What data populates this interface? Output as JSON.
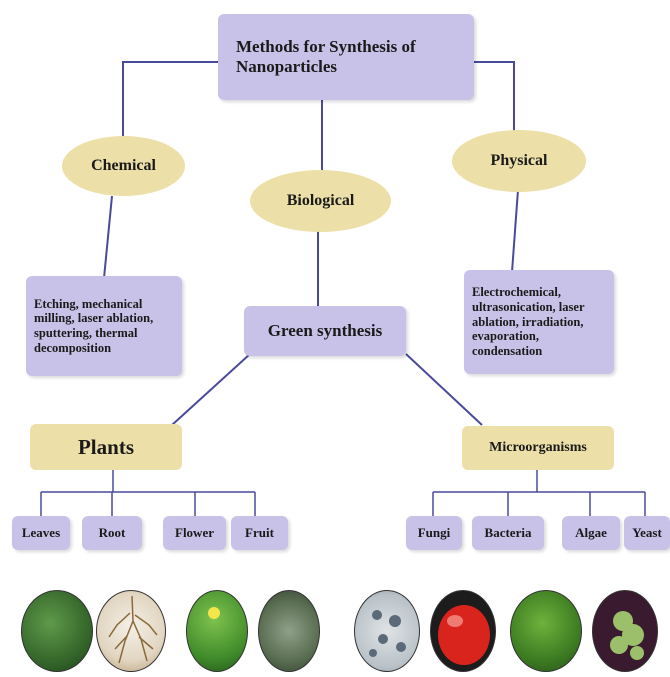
{
  "root": {
    "label": "Methods for Synthesis of Nanoparticles"
  },
  "methods": {
    "chemical": {
      "label": "Chemical",
      "details": "Etching, mechanical milling, laser ablation, sputtering, thermal decomposition"
    },
    "biological": {
      "label": "Biological"
    },
    "physical": {
      "label": "Physical",
      "details": "Electrochemical, ultrasonication, laser ablation, irradiation, evaporation, condensation"
    }
  },
  "green": {
    "label": "Green synthesis"
  },
  "plants": {
    "label": "Plants",
    "items": [
      "Leaves",
      "Root",
      "Flower",
      "Fruit"
    ]
  },
  "microorganisms": {
    "label": "Microorganisms",
    "items": [
      "Fungi",
      "Bacteria",
      "Algae",
      "Yeast"
    ]
  },
  "images": [
    "leaves-photo",
    "root-photo",
    "flower-photo",
    "fruit-photo",
    "fungi-photo",
    "bacteria-photo",
    "algae-photo",
    "yeast-photo"
  ],
  "colors": {
    "box": "#c9c2e8",
    "ellipse": "#ece0a8",
    "line": "#4a4a9a"
  }
}
